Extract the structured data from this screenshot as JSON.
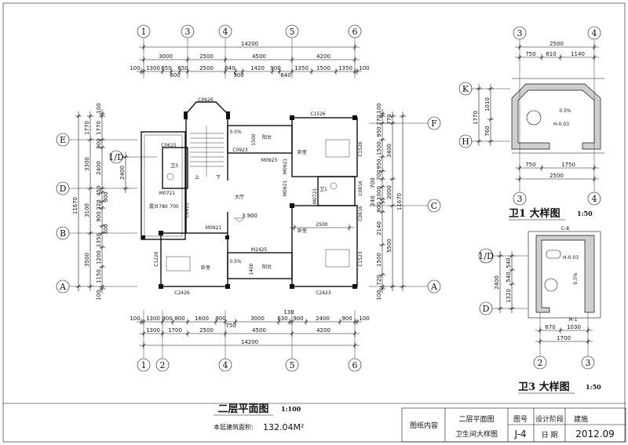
{
  "axes": {
    "top": [
      "1",
      "3",
      "4",
      "5",
      "6"
    ],
    "bottom": [
      "1",
      "2",
      "4",
      "5",
      "6"
    ],
    "left": [
      "E",
      "D",
      "B",
      "A"
    ],
    "left_extra": "1/D",
    "right": [
      "F",
      "C",
      "A"
    ]
  },
  "dims": {
    "top_total": [
      "14200"
    ],
    "top_seg": [
      "3000",
      "2500",
      "4500",
      "4200"
    ],
    "top_detail": [
      "100",
      "1300",
      "650",
      "600",
      "650",
      "2500",
      "640",
      "900",
      "1420",
      "900",
      "640",
      "1350",
      "1500",
      "1350",
      "100"
    ],
    "bottom_detail": [
      "100",
      "1300",
      "900",
      "800",
      "1600",
      "900",
      "750",
      "3000",
      "630",
      "130",
      "900",
      "2400",
      "900",
      "100"
    ],
    "bottom_seg": [
      "1300",
      "1700",
      "2500",
      "4500",
      "4200"
    ],
    "bottom_total": [
      "14200"
    ],
    "left_total": [
      "11670"
    ],
    "left_seg": [
      "1770",
      "3300",
      "3100",
      "3500"
    ],
    "left_detail": [
      "100",
      "1770",
      "900",
      "2400",
      "450",
      "900",
      "320",
      "900",
      "300",
      "1350",
      "1200",
      "1150",
      "100"
    ],
    "left_extra": [
      "2400"
    ],
    "right_detail": [
      "100",
      "770",
      "950",
      "1500",
      "950",
      "700",
      "700",
      "1000",
      "240",
      "900",
      "2140",
      "1500",
      "720",
      "100"
    ],
    "right_seg": [
      "770",
      "3400",
      "2000",
      "5500"
    ],
    "right_total": [
      "11670"
    ],
    "inner": [
      "2500",
      "780",
      "700",
      "1500",
      "1400"
    ]
  },
  "rooms": {
    "hall": "大厅",
    "bedroom_top": "卧室",
    "bedroom_right": "卧室",
    "bedroom_left": "卧室",
    "balcony_top": "阳台",
    "balcony_bottom": "阳台",
    "terrace": "露台",
    "bath3": "卫3",
    "bath1": "卫1",
    "up": "上",
    "down": "下"
  },
  "openings": [
    "C0626",
    "C1526",
    "C0615",
    "C0923",
    "M0923",
    "M0921",
    "M0921",
    "M0721",
    "M0721",
    "C0816",
    "C0616",
    "C1226",
    "C2426",
    "C2423",
    "M2425",
    "C1523",
    "C1526",
    "M0921",
    "C0915"
  ],
  "elevation": "3.900",
  "slope": "0.5%",
  "plan": {
    "title": "二层平面图",
    "scale": "1:100",
    "area_label": "本层建筑面积:",
    "area_value": "132.04M²"
  },
  "detail1": {
    "title": "卫1 大样图",
    "scale": "1:50",
    "axes_top": [
      "3",
      "4"
    ],
    "axes_bottom": [
      "3",
      "4"
    ],
    "axes_left": [
      "K",
      "H"
    ],
    "dims_top_total": "2500",
    "dims_top": [
      "750",
      "610",
      "1140"
    ],
    "dims_bottom": [
      "750",
      "1750"
    ],
    "dims_bottom_total": "2500",
    "dims_left": [
      "1770",
      "1010",
      "760"
    ],
    "slope": "0.5%",
    "level": "H-0.03"
  },
  "detail3": {
    "title": "卫3 大样图",
    "scale": "1:50",
    "axes_bottom": [
      "2",
      "3"
    ],
    "axes_left": [
      "1/D",
      "D"
    ],
    "dims_bottom": [
      "670",
      "1030"
    ],
    "dims_bottom_total": "1700",
    "dims_left_total": "2400",
    "dims_left": [
      "540",
      "540",
      "1320"
    ],
    "window": "C-8",
    "door": "M-1",
    "slope": "0.5%",
    "level": "H-0.03"
  },
  "title_block": {
    "content_label": "图纸内容",
    "content_1": "二层平面图",
    "content_2": "卫生间大样图",
    "drawing_no_label": "图号",
    "drawing_no": "J-4",
    "stage_label": "设计阶段",
    "stage": "建施",
    "date_label": "日  期",
    "date": "2012.09"
  }
}
